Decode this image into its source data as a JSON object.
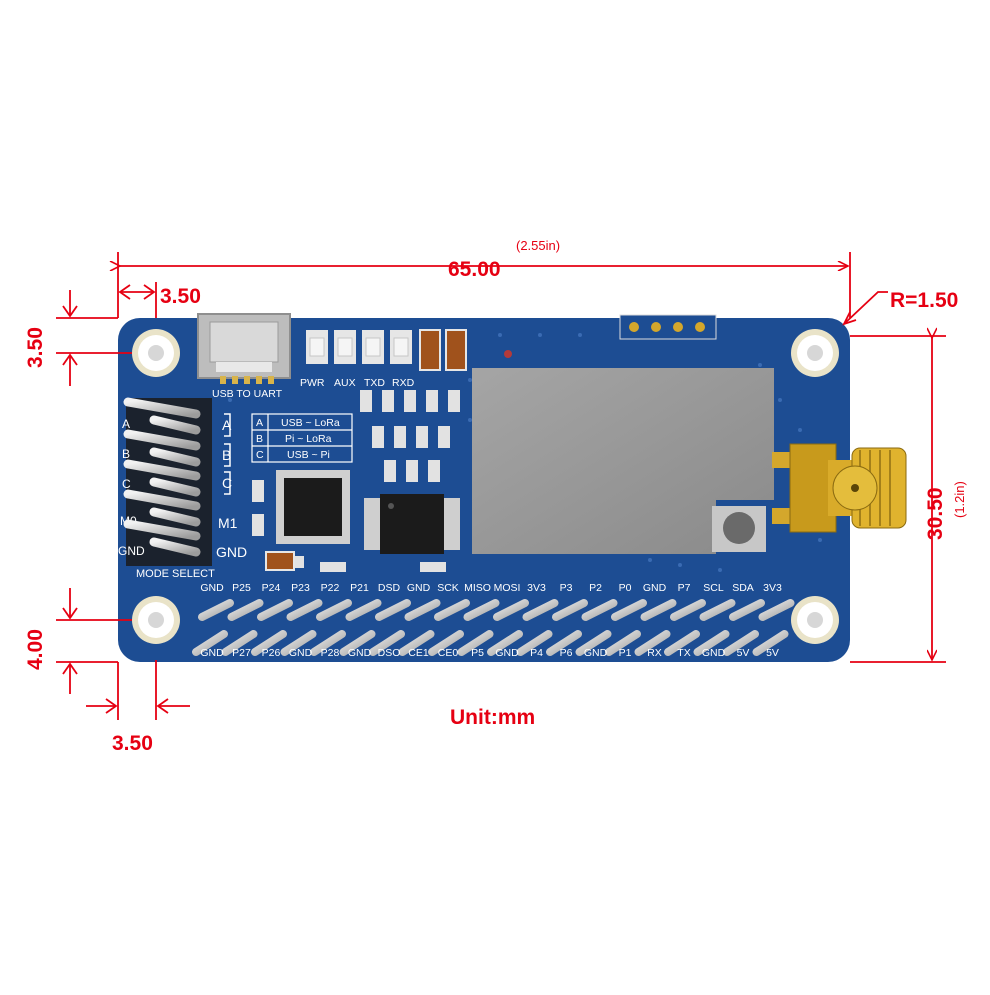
{
  "dimensions": {
    "width_mm": "65.00",
    "width_in": "(2.55in)",
    "height_mm": "30.50",
    "height_in": "(1.2in)",
    "corner_radius": "R=1.50",
    "hole_offset_top_x": "3.50",
    "hole_offset_top_y": "3.50",
    "hole_offset_bottom_y": "4.00",
    "hole_offset_bottom_x": "3.50",
    "unit": "Unit:mm"
  },
  "board": {
    "usb_label": "USB TO UART",
    "led_labels": [
      "PWR",
      "AUX",
      "TXD",
      "RXD"
    ],
    "mode_rows": [
      {
        "key": "A",
        "desc": "USB ~ LoRa"
      },
      {
        "key": "B",
        "desc": "Pi ~ LoRa"
      },
      {
        "key": "C",
        "desc": "USB ~ Pi"
      }
    ],
    "jumper_labels": [
      "A",
      "B",
      "C",
      "M0",
      "GND"
    ],
    "bracket_labels": [
      "A",
      "B",
      "C",
      "M1",
      "GND"
    ],
    "mode_select_label": "MODE SELECT",
    "header_top_labels": [
      "GND",
      "P25",
      "P24",
      "P23",
      "P22",
      "P21",
      "DSD",
      "GND",
      "SCK",
      "MISO",
      "MOSI",
      "3V3",
      "P3",
      "P2",
      "P0",
      "GND",
      "P7",
      "SCL",
      "SDA",
      "3V3"
    ],
    "header_bottom_labels": [
      "GND",
      "P27",
      "P26",
      "GND",
      "P28",
      "GND",
      "DSO",
      "CE1",
      "CE0",
      "P5",
      "GND",
      "P4",
      "P6",
      "GND",
      "P1",
      "RX",
      "TX",
      "GND",
      "5V",
      "5V"
    ]
  },
  "colors": {
    "dimension": "#e60012",
    "pcb": "#1d4d93",
    "module": "#9a9a9a",
    "gold": "#c89a1c"
  }
}
